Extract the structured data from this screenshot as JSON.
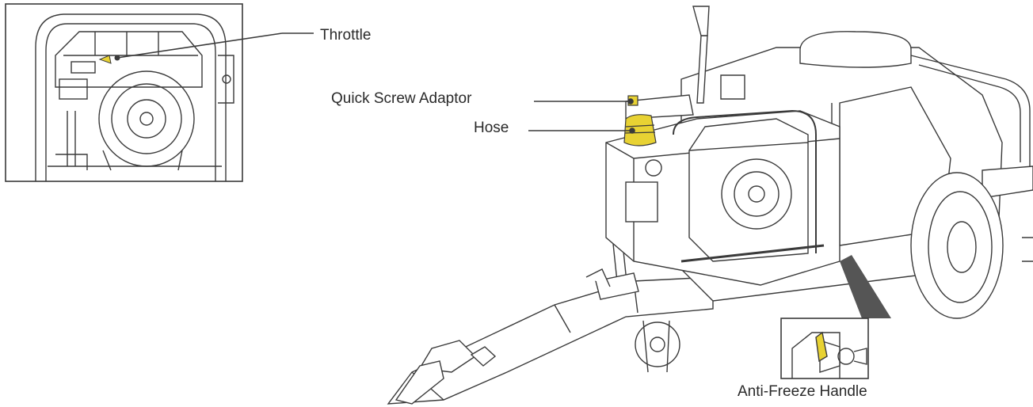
{
  "callouts": {
    "throttle": "Throttle",
    "quick_screw_adaptor": "Quick Screw Adaptor",
    "hose": "Hose",
    "anti_freeze_handle": "Anti-Freeze Handle"
  },
  "colors": {
    "line": "#3a3a3a",
    "highlight": "#e8d233",
    "fill": "#ffffff",
    "leader_fill": "#555555"
  },
  "icons": {
    "main": "pressure-washer-trailer-illustration",
    "inset_engine": "engine-inset-illustration",
    "inset_valve": "anti-freeze-valve-inset-illustration"
  }
}
